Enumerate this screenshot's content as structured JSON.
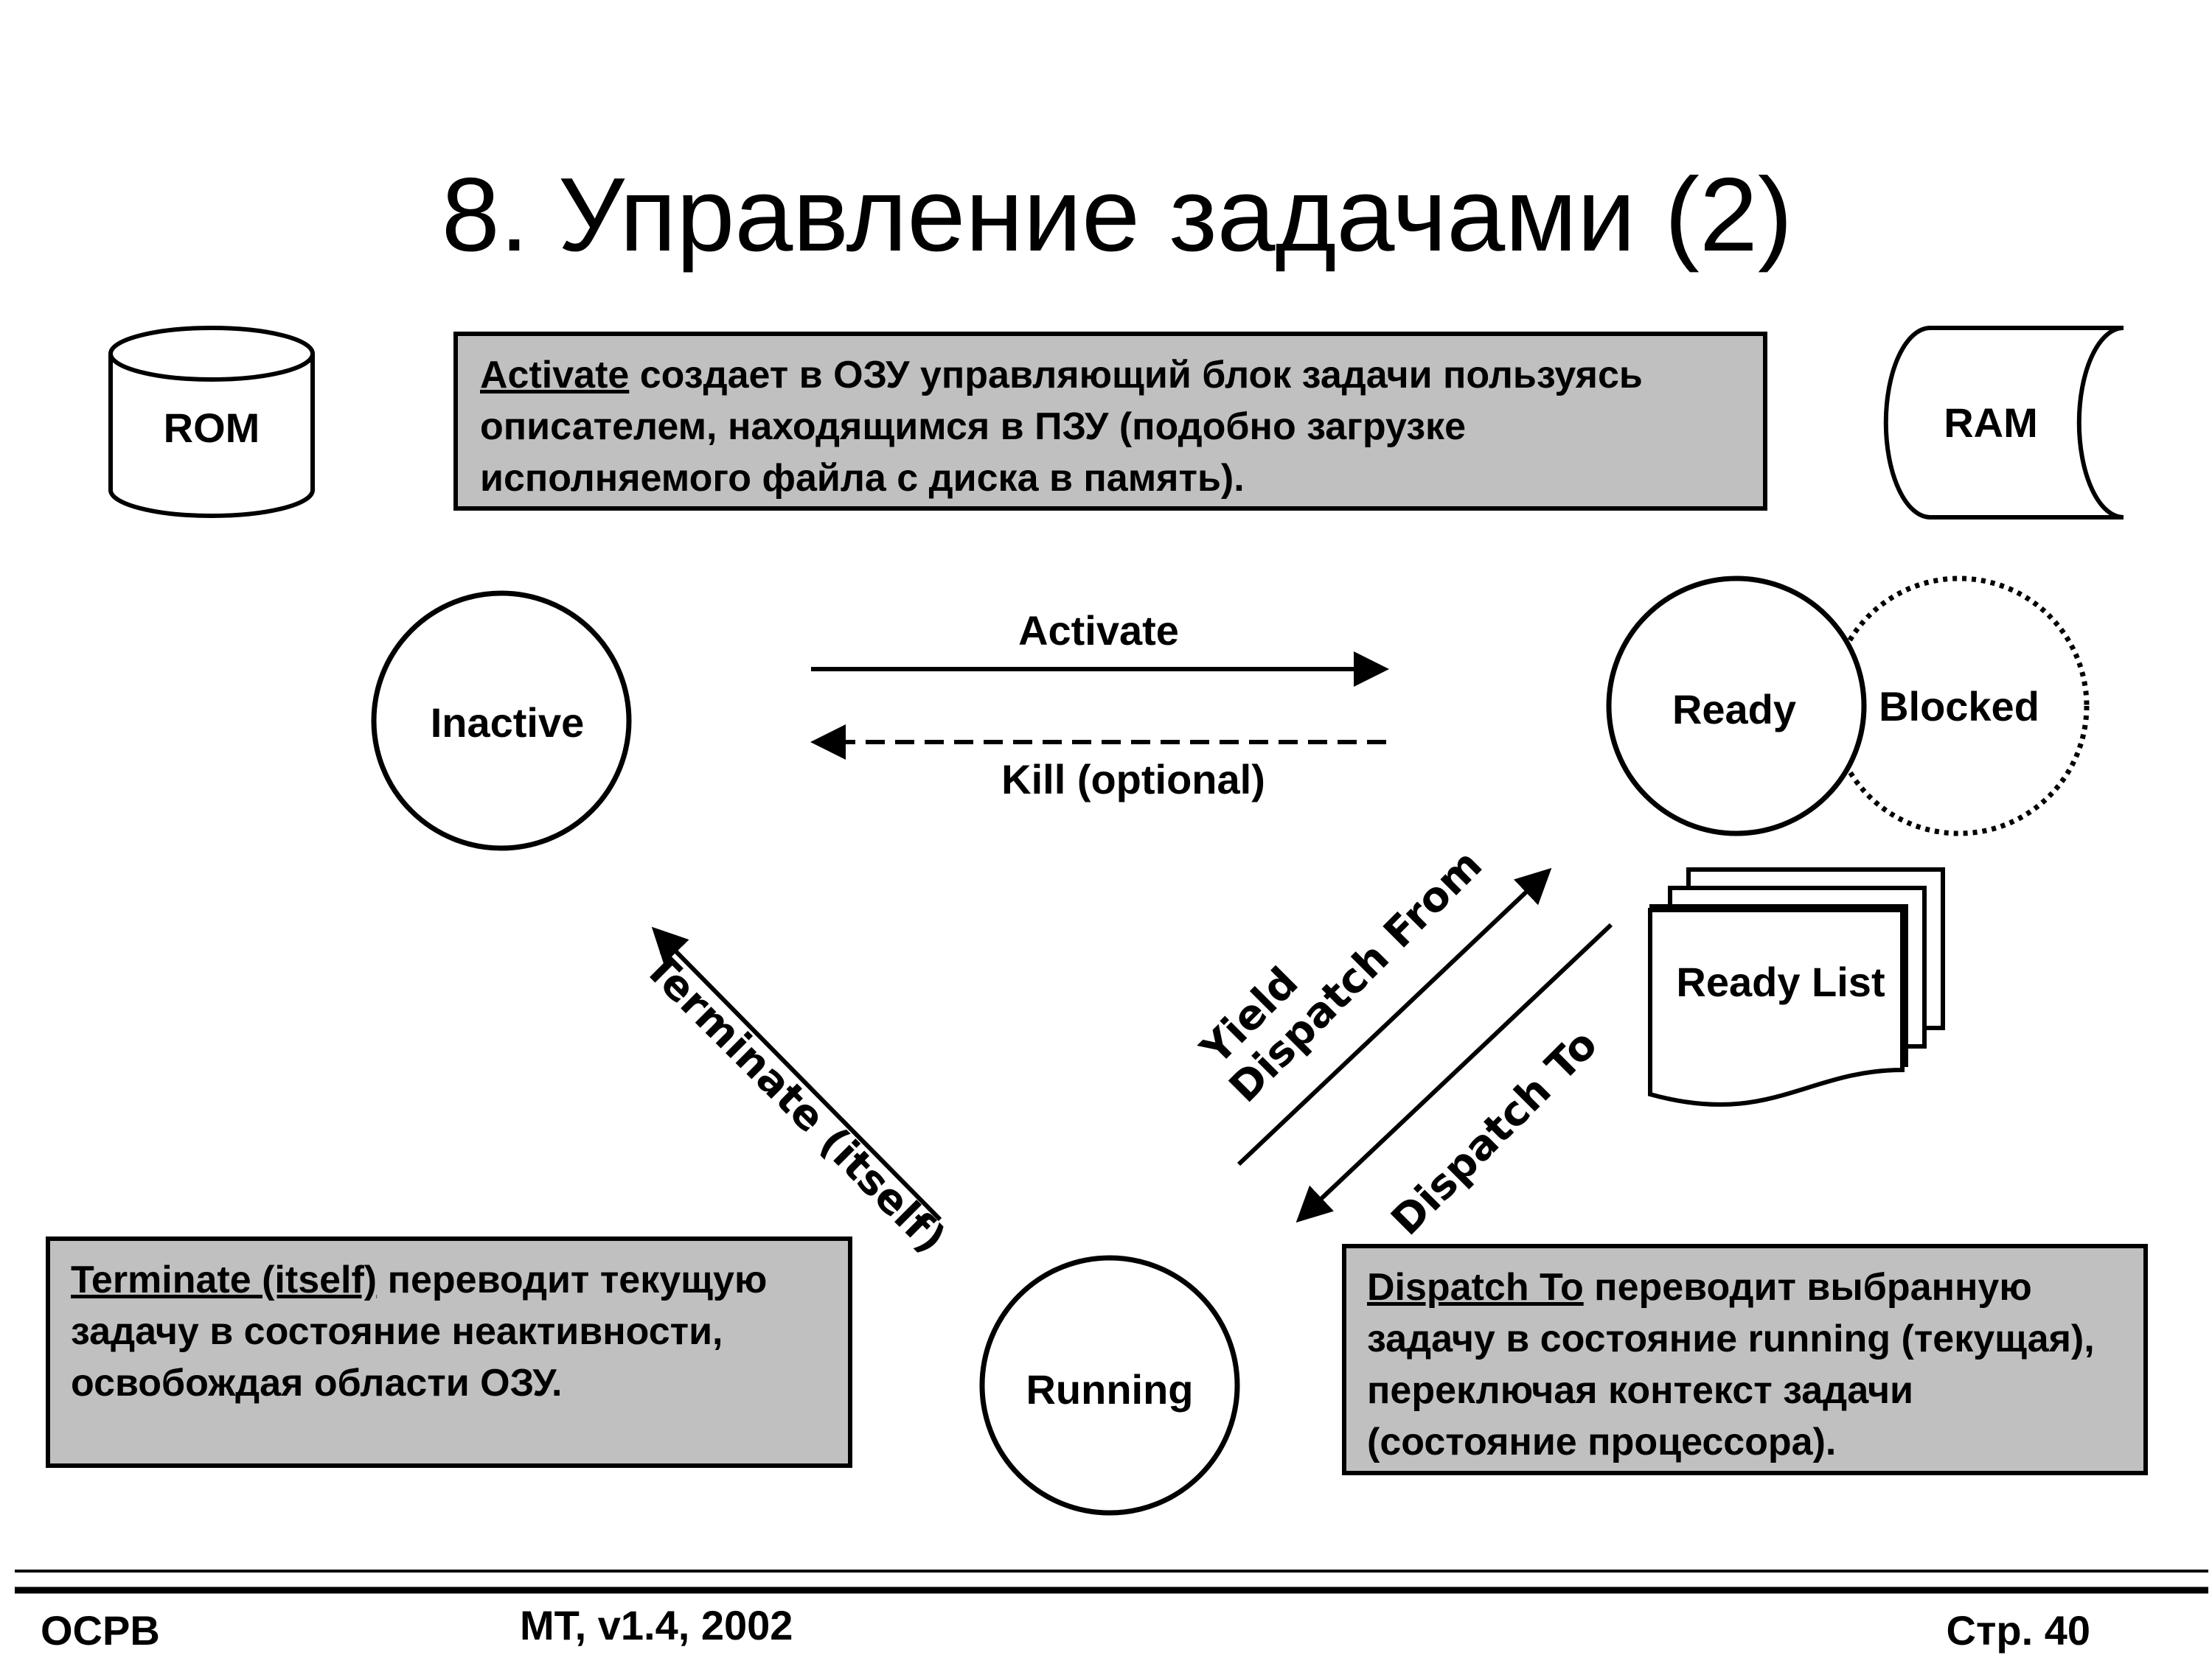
{
  "title": "8. Управление задачами (2)",
  "storage": {
    "rom": "ROM",
    "ram": "RAM"
  },
  "notes": {
    "activate": {
      "keyword": "Activate",
      "text": " создает в ОЗУ управляющий блок задачи пользуясь описателем, находящимся в ПЗУ (подобно загрузке исполняемого файла с диска в память)."
    },
    "terminate": {
      "keyword": "Terminate (itself)",
      "text": " переводит текущую задачу в состояние неактивности, освобождая области ОЗУ."
    },
    "dispatch": {
      "keyword": "Dispatch To",
      "text": " переводит выбранную задачу в состояние running (текущая), переключая контекст задачи (состояние процессора)."
    }
  },
  "states": {
    "inactive": "Inactive",
    "ready": "Ready",
    "blocked": "Blocked",
    "running": "Running",
    "ready_list": "Ready List"
  },
  "transitions": {
    "activate": "Activate",
    "kill": "Kill (optional)",
    "terminate": "Terminate (itself)",
    "yield": "Yield",
    "dispatch_from": "Dispatch From",
    "dispatch_to": "Dispatch To"
  },
  "footer": {
    "left": "OCPB",
    "center": "MT, v1.4, 2002",
    "right": "Стр. 40"
  }
}
